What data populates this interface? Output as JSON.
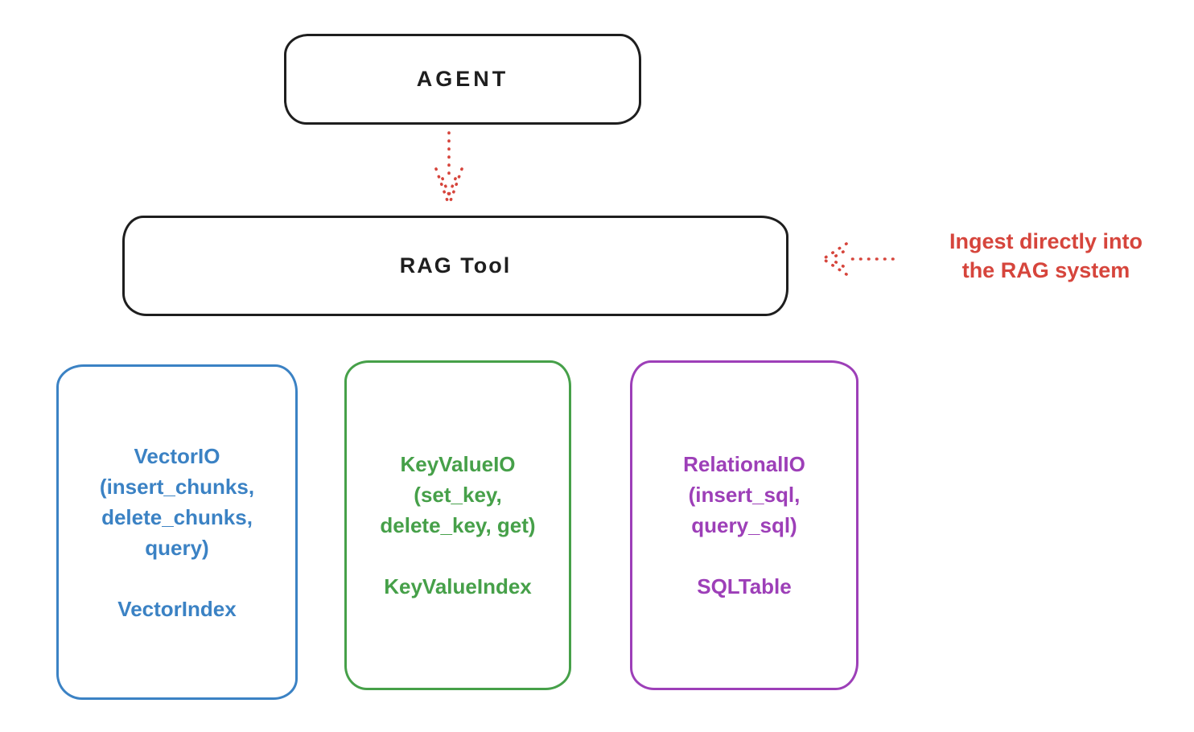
{
  "diagram": {
    "title_hint": "RAG Tool architecture sketch",
    "colors": {
      "background": "#ffffff",
      "ink": "#1e1e1e",
      "red": "#d6453c",
      "blue": "#3b82c4",
      "green": "#46a049",
      "purple": "#9d3fb8"
    },
    "nodes": {
      "agent": {
        "label": "AGENT"
      },
      "rag_tool": {
        "label": "RAG Tool"
      },
      "io_boxes": [
        {
          "id": "vector-io",
          "color": "#3b82c4",
          "text": "VectorIO\n(insert_chunks,\ndelete_chunks,\nquery)\n\nVectorIndex"
        },
        {
          "id": "keyvalue-io",
          "color": "#46a049",
          "text": "KeyValueIO\n(set_key,\ndelete_key, get)\n\nKeyValueIndex"
        },
        {
          "id": "relational-io",
          "color": "#9d3fb8",
          "text": "RelationalIO\n(insert_sql,\nquery_sql)\n\nSQLTable"
        }
      ]
    },
    "arrows": {
      "agent_to_rag": {
        "style": "dotted",
        "direction": "down",
        "color": "#d6453c"
      },
      "ingest": {
        "style": "dotted",
        "direction": "left",
        "color": "#d6453c"
      }
    },
    "annotation": {
      "text": "Ingest directly into\nthe RAG system",
      "color": "#d6453c"
    }
  }
}
